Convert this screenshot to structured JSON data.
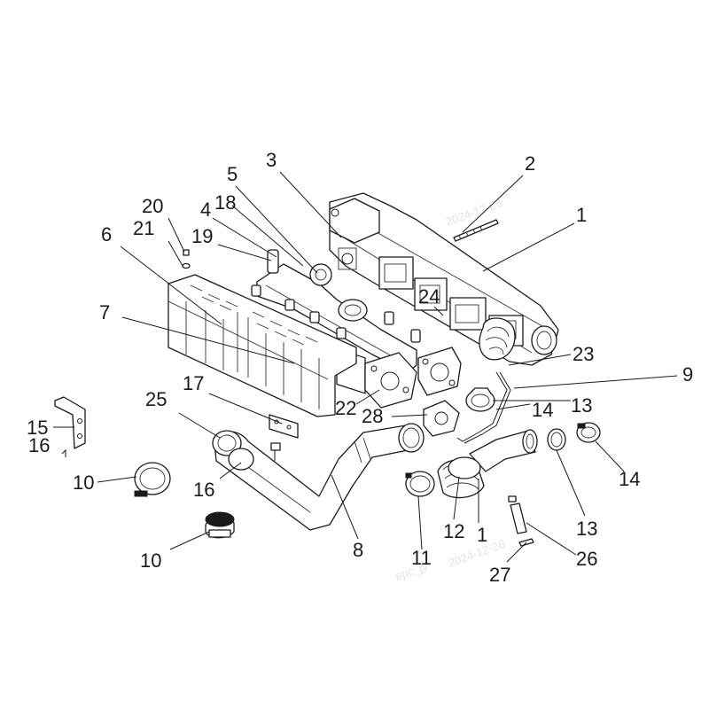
{
  "diagram": {
    "callouts": [
      "1",
      "2",
      "3",
      "4",
      "5",
      "6",
      "7",
      "8",
      "9",
      "10",
      "10",
      "11",
      "12",
      "1",
      "13",
      "13",
      "14",
      "14",
      "15",
      "16",
      "16",
      "17",
      "18",
      "19",
      "20",
      "21",
      "22",
      "23",
      "24",
      "25",
      "26",
      "27",
      "28"
    ],
    "watermarks": [
      "2024-12-26",
      "2024-12-26",
      "epc_jy",
      "epc_jy"
    ],
    "highlight_color": "#f5c400"
  }
}
